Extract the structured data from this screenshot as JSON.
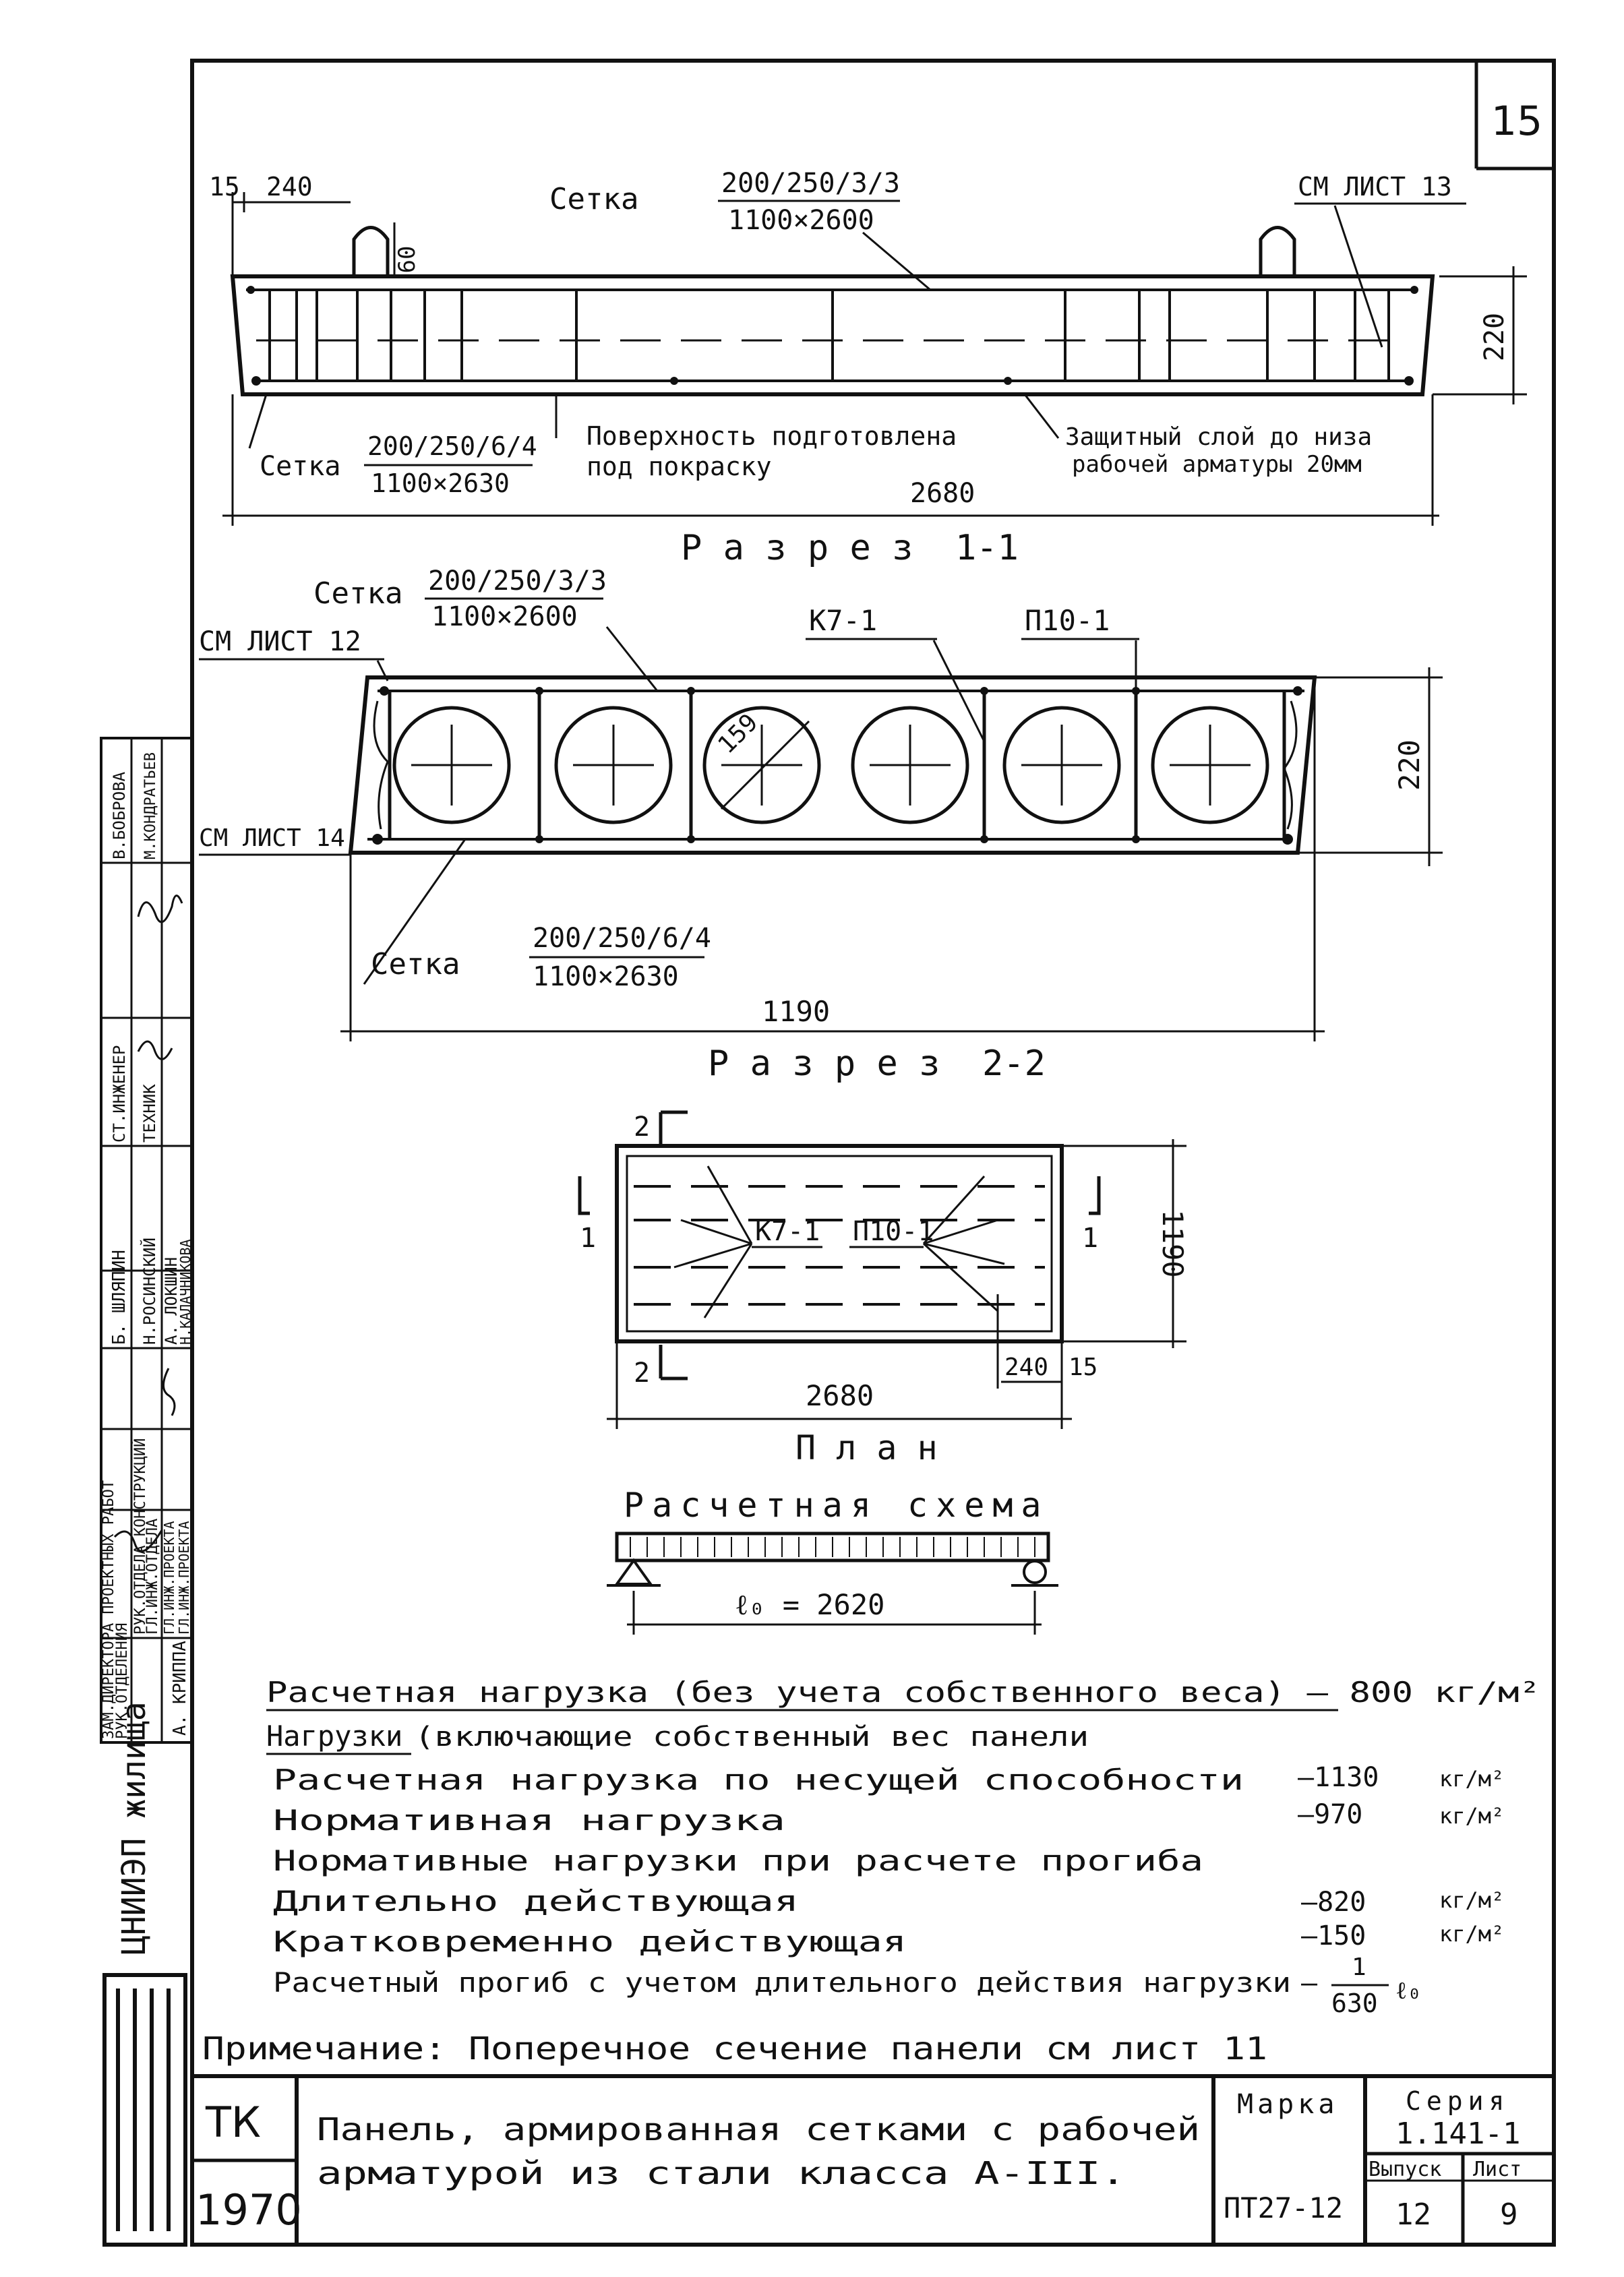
{
  "sheet_number": "15",
  "section1": {
    "title": "Р а з р е з  1-1",
    "dim_left_15": "15",
    "dim_left_240": "240",
    "dim_loop_60": "60",
    "dim_height_220": "220",
    "dim_length": "2680",
    "mesh_top_label": "Сетка",
    "mesh_top_num": "200/250/3/3",
    "mesh_top_den": "1100×2600",
    "mesh_bottom_label": "Сетка",
    "mesh_bottom_num": "200/250/6/4",
    "mesh_bottom_den": "1100×2630",
    "ref_sheet13": "СМ ЛИСТ 13",
    "note_surface_1": "Поверхность подготовлена",
    "note_surface_2": "под покраску",
    "note_cover_1": "Защитный слой до низа",
    "note_cover_2": "рабочей арматуры 20мм"
  },
  "section2": {
    "title": "Р а з р е з  2-2",
    "mesh_top_label": "Сетка",
    "mesh_top_num": "200/250/3/3",
    "mesh_top_den": "1100×2600",
    "mesh_bottom_label": "Сетка",
    "mesh_bottom_num": "200/250/6/4",
    "mesh_bottom_den": "1100×2630",
    "ref_sheet12": "СМ ЛИСТ 12",
    "ref_sheet14": "СМ ЛИСТ 14",
    "frame_k71": "К7-1",
    "frame_p101": "П10-1",
    "dim_hole": "159",
    "dim_height": "220",
    "dim_width": "1190"
  },
  "plan": {
    "title": "П л а н",
    "label_k71": "К7-1",
    "label_p101": "П10-1",
    "cut_1": "1",
    "cut_2": "2",
    "dim_width": "1190",
    "dim_length": "2680",
    "dim_240": "240",
    "dim_15": "15"
  },
  "scheme": {
    "title": "Расчетная схема",
    "span": "ℓ₀ = 2620"
  },
  "loads": {
    "design_load": "Расчетная нагрузка (без учета собственного веса) — 800 кг/м²",
    "header": "Нагрузки",
    "header_rest": "(включающие собственный вес панели",
    "rows": [
      {
        "label": "Расчетная нагрузка по несущей способности",
        "value": "—1130",
        "unit": "кг/м²"
      },
      {
        "label": "Нормативная нагрузка",
        "value": "—970",
        "unit": "кг/м²"
      },
      {
        "label": "Нормативные нагрузки при расчете прогиба",
        "value": "",
        "unit": ""
      },
      {
        "label": "Длительно действующая",
        "value": "—820",
        "unit": "кг/м²"
      },
      {
        "label": "Кратковременно действующая",
        "value": "—150",
        "unit": "кг/м²"
      }
    ],
    "deflection_label": "Расчетный прогиб с учетом длительного действия нагрузки",
    "deflection_num": "1",
    "deflection_den": "630",
    "deflection_suffix": "ℓ₀"
  },
  "note": "Примечание: Поперечное сечение панели см лист 11",
  "title_block": {
    "org": "ТК",
    "year": "1970",
    "title_1": "Панель, армированная сетками с рабочей",
    "title_2": "арматурой из стали класса А-III.",
    "marka_label": "Марка",
    "marka_value": "ПТ27-12",
    "seriya_label": "Серия",
    "seriya_value": "1.141-1",
    "vypusk_label": "Выпуск",
    "vypusk_value": "12",
    "list_label": "Лист",
    "list_value": "9"
  },
  "stamp": {
    "org_vertical": "ЦНИИЭП жилища",
    "rows": [
      {
        "role": "ЗАМ.ДИРЕКТОРА ПРОЕКТНЫХ РАБОТ",
        "name": "А. КРИППА"
      },
      {
        "role": "РУК.ОТДЕЛЕНИЯ",
        "name": ""
      },
      {
        "role": "РУК.ОТДЕЛА КОНСТРУКЦИЙ",
        "name": "Б. ШЛЯПИН"
      },
      {
        "role": "ГЛ.ИНЖ.ОТДЕЛА",
        "name": "Н.РОСИНСКИЙ"
      },
      {
        "role": "ГЛ.ИНЖ.ПРОЕКТА",
        "name": "А. ЛОКШИН"
      },
      {
        "role": "ГЛ.ИНЖ.ПРОЕКТА",
        "name": "Н.КАЛАЧНИКОВА"
      },
      {
        "role": "СТ.ИНЖЕНЕР",
        "name": "В.БОБРОВА"
      },
      {
        "role": "ТЕХНИК",
        "name": "М.КОНДРАТЬЕВ"
      }
    ]
  }
}
